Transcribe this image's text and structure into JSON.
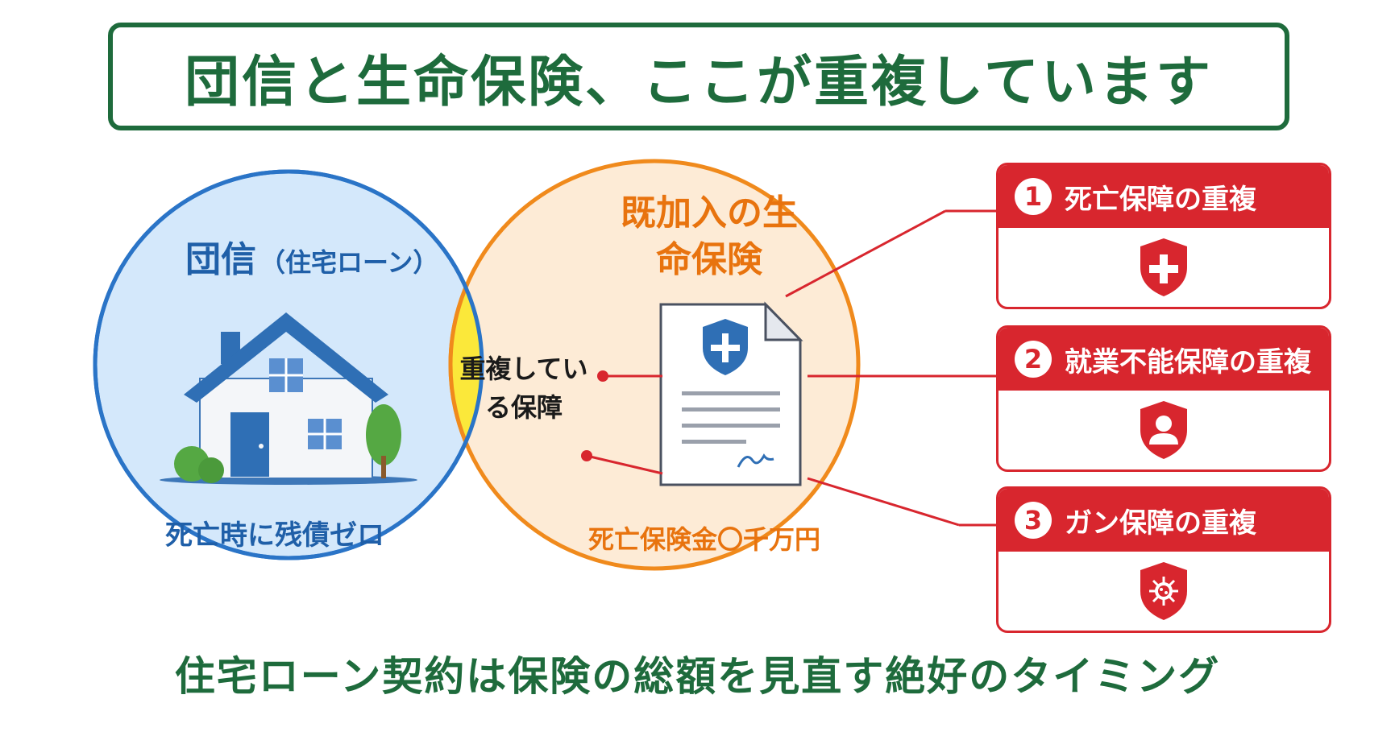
{
  "title": "団信と生命保険、ここが重複しています",
  "left_circle": {
    "title": "団信",
    "subtitle": "（住宅ローン）",
    "caption": "死亡時に残債ゼロ",
    "icon": "house-icon",
    "color": "#1f5fa8",
    "fill": "#d4e8fb"
  },
  "right_circle": {
    "title": "既加入の生命保険",
    "caption": "死亡保険金〇千万円",
    "icon": "insurance-document-icon",
    "color": "#f08a1c",
    "fill": "#fdebd6"
  },
  "overlap": {
    "label": "重複している保障",
    "fill": "#fbe83a"
  },
  "cards": [
    {
      "number": "1",
      "label": "死亡保障の重複",
      "icon": "shield-plus-icon"
    },
    {
      "number": "2",
      "label": "就業不能保障の重複",
      "icon": "shield-person-icon"
    },
    {
      "number": "3",
      "label": "ガン保障の重複",
      "icon": "shield-virus-icon"
    }
  ],
  "accent_color": "#d8262e",
  "brand_color": "#1e6b3c",
  "footer": "住宅ローン契約は保険の総額を見直す絶好のタイミング"
}
